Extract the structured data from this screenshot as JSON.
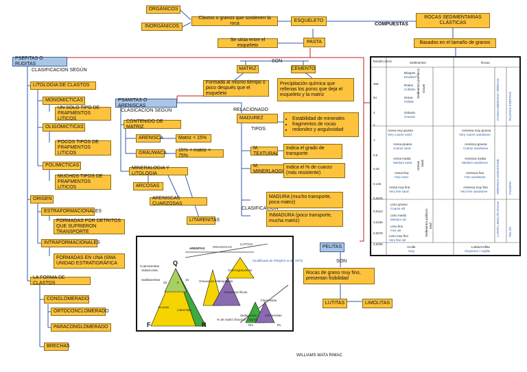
{
  "nodes": {
    "organicos": "ORGÁNICOS",
    "inorganicos": "INORGÁNICOS",
    "clastos": "Clastos o granos que sostienen la roca",
    "esqueleto": "ESQUELETO",
    "compuestas": "COMPUESTAS",
    "rocas_sed": "ROCAS SEDIMENTARIAS CLÁSTICAS",
    "basados": "Basados en el tamaño de granos",
    "situa": "Se sitúa entre el esqueleto",
    "pasta": "PASTA",
    "son1": "SON",
    "matriz": "MATRIZ",
    "cemento": "CEMENTO",
    "formada": "Formada al mismo tiempo o poco después que el esqueleto",
    "precipitacion": "Precipitación química que rellenas los poros que deja el esqueleto y la matriz",
    "psefitas": "PSEFITAS O RUDITAS",
    "clasif_segun1": "CLASIFICACION SEGÚN",
    "litologia": "LITOLOGIA DE CLASTOS",
    "monomicticas": "MONOMICTICAS",
    "un_solo": "UN SOLO TIPO DE FRAFMENTOS LITICOS",
    "oligomicticas": "OLIGOMICTICAS",
    "pocos": "POCOS TIPOS DE FRAFMENTOS LITICOS",
    "polimicticas": "POLIMICTICAS",
    "muchos": "MUCHOS TIPOS DE FRAFMENTOS LITICOS",
    "origen": "ORIGEN",
    "estraf": "ESTRAFORMACIONALES",
    "formadas_det": "FORMADAS POR DETRITOS QUE SUFRIERON TRANSPORTE",
    "intraf": "INTRAFORMACIONALES",
    "formadas_isma": "FORMADAS EN UNA ISMA UNIDAD ESTRATIGRÁFICA",
    "forma": "LA FORMA DE CLASTOS",
    "conglomerado": "CONGLOMERADO",
    "orto": "ORTOCONCLOMERADO",
    "para": "PARACONGLOMERADO",
    "brechas": "BRECHAS",
    "psamitas": "PSAMITAS O ARENISCAS",
    "clasif_segun2": "CLASICACION SEGÚN",
    "contenido": "CONTENIDO DE MATRIZ",
    "arenisca": "ARENISCA",
    "matriz15": "Matriz < 15%",
    "grauwaca": "GRAUWACA",
    "matriz75": "15% < matriz < 75%",
    "mineralogia": "MINERALOGIA Y LITOLOGIA",
    "arcosas": "ARCOSAS",
    "arenisc_cuarz": "ARENISCAS CUARZOSAS",
    "litarenitas": "LITARENITAS",
    "relacionado": "RELACIONADO",
    "madurez": "MADUREZ",
    "tipos": "TIPOS",
    "bullets": [
      "Estabilidad de minerales",
      "fragmentos de rocas",
      "redondez y angulosidad"
    ],
    "m_textural": "M. TEXTURAL",
    "indica_grado": "Indica el grado de transporte",
    "m_mineral": "M. MINERLAOGICA",
    "indica_cuarzo": "Indica el % de cuarzo (más resistente)",
    "clasificacion": "CLASIFICACION",
    "madura": "MADURA (mucho transporte, poca matriz)",
    "inmadura": "INMADURA (poco transporte, mucha matriz)",
    "pelitas": "PELITAS",
    "son2": "SON",
    "rocas_fino": "Rocas de grano muy fino, presentan fisibilidad",
    "lutitas": "LUTITAS",
    "limolitas": "LIMOLITAS",
    "author": "WILLIAMS MATA RIMAC"
  },
  "grain_table": {
    "header_size": "Tamaño (mm)",
    "header_sed": "Sedimentos",
    "header_rocas": "Rocas",
    "sizes": [
      "256",
      "64",
      "4",
      "2",
      "1",
      "0,5",
      "0,25",
      "0,125",
      "0,0625",
      "0,0312",
      "0,0156",
      "0,0078",
      "0,0039"
    ],
    "gravel": [
      "Bloques",
      "Boulders",
      "Rodos",
      "Cobbles",
      "Grava",
      "Pebble",
      "Gránulo",
      "Granule"
    ],
    "sands": [
      "Arena muy gruesa",
      "Very coarse sand",
      "Arena gruesa",
      "Coarse sand",
      "Arena media",
      "Medium sand",
      "Arena fina",
      "Fine sand",
      "Arena muy fina",
      "Very fine sand"
    ],
    "silts": [
      "Limo grueso",
      "Coarse silt",
      "Limo medio",
      "Medium silt",
      "Limo fino",
      "Fine silt",
      "Limo muy fino",
      "Very fine silt"
    ],
    "rocks_sand": [
      "Arenisca muy gruesa",
      "Very coarse sandstone",
      "Arenisca gruesa",
      "Coarse sandstone",
      "Arenisca media",
      "Medium sandstone",
      "Arenisca fina",
      "Fine sandstone",
      "Arenisca muy fina",
      "Very fine sandstone"
    ],
    "clay": "Arcilla",
    "clay_en": "Clay",
    "claystone": "Lutita/Arcillita",
    "claystone_en": "Claystone / Argilite",
    "group_gravel": "Sedimentos psefíticos",
    "group_gravel_en": "Gravel",
    "group_sand": "Arenas",
    "group_sand_en": "Sand",
    "group_silt": "Sedimentos pelíticos",
    "group_silt_en": "Mud",
    "col_rud": "CONGLOMERADO / BRECHA",
    "col_rud2": "RUDITAS PSEFITAS",
    "col_aren": "ARENISCA SANDSTONE",
    "col_aren2": "PSAMITA",
    "col_lut": "LUTITA LIMOLITA SHALE",
    "col_lut2": "PELITA"
  },
  "triangle": {
    "credit": "(modificado de Pettijohn et al., 1973)",
    "areas": "ARENITAS",
    "grauvacas": "GRAUVACAS",
    "lutitas": "LUTITAS",
    "q": "Q",
    "f": "F",
    "r": "R",
    "cuarzarenitas": "Cuarzarenitas",
    "subarcosas": "Subarcosas",
    "sublitarenitas": "Sublitarenitas",
    "arcosas": "Arcosas",
    "litarenitas": "Litarenitas",
    "cuarzograuvacas": "Cuarzograuvacas",
    "feldespaticas": "Grauvacas feldespáticas",
    "liticas": "Grauvacas líticas",
    "pct": "% de matriz (fracción <30µm)",
    "rm": "Rm",
    "rv": "Rv",
    "filoarenitas": "Filoarenitas",
    "sedarenitas": "Sedarenitas",
    "volcarenitas": "Volcarenitas",
    "n25": "25",
    "n5": "5",
    "n15": "15"
  },
  "colors": {
    "box": "#fdc33d",
    "blue_box": "#a9c6e8",
    "line_blue": "#2b5aa8",
    "line_red": "#c0181c",
    "tri_yellow": "#f5d400",
    "tri_green": "#3dab3d",
    "tri_purple": "#8a6bb0"
  }
}
